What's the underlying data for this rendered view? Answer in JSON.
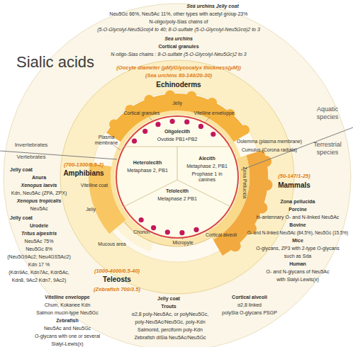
{
  "diagram": {
    "title": "Sialic acids",
    "nodes": [
      {
        "text": [
          "Oligolecith",
          "Ovotide PB1+PB2",
          "Heterolecith",
          "Metaphase 2, PB1",
          "Alecith",
          "Metaphase 2, PB1",
          "Prophase 1 in canines",
          "Telolecith",
          "Metaphase 2 PB1"
        ]
      }
    ],
    "labels": [
      "Sea urchins Jelly coat",
      "Neu5Gc 66%, Neu5Ac 11%, other types with acetyl group 23%",
      "N-oligo/poly-Sias chains of",
      "(5-O-Glycolyl-Neu5Gcα)4 to 40; 8-O-sulfate (5-O-Glycolyl-Neu5Gcα)2 to 3",
      "Sea urchins",
      "Cortical granules",
      "N-oligo-Sias chains : 8-O-sulfate (5-O-Glycolyl-Neu5Gc)2 to 3",
      "(Oocyte diameter (µM)/Glycocalyx thickness(µM))",
      "(Sea urchins 80-140/20-30)",
      "Echinoderms",
      "Aquatic species",
      "Terrestrial species",
      "Invertebrates",
      "Vertebrates",
      "Jelly",
      "Plasma membrane",
      "Cortical granules",
      "Vitelline enveloppe",
      "Vitelline coat",
      "Jelly",
      "Oolemma (plasma membrane)",
      "Cumulus (Corona radiata)",
      "Zona Pellucida",
      "Chorion",
      "Micropyle",
      "Cortical alveoli",
      "Mucous area",
      "(700-1300/0.5-2)",
      "Amphibians",
      "(50-147/1-25)",
      "Mammals",
      "(1000-4000/0.5-40)",
      "Teleosts",
      "(Zebrafish 700/3.5)",
      "Jelly coat",
      "Anura",
      "Xenopus laevis",
      "Kdn, Neu5Ac (ZPA, ZPX)",
      "Xenopus tropicalis",
      "Neu5Ac",
      "Jelly coat",
      "Urodele",
      "Tritus alpestris",
      "Neu5Ac 75%",
      "Neu5Gc 8%",
      "(Neu5G9Ac2; Neu4GS5Ac2)",
      "Kdn 17 %",
      "(Kdn9Ac, Kdn7Ac, Kdn5Ac,",
      "Kdn8, 9Ac2 Kdn7, 9Ac2)",
      "Zona pellucida",
      "Porcine",
      "bi-antennary O- and N-linked Neu5Ac",
      "Bovine",
      "O- and N-linked Neu5Ac (84.5%), Neu5Gc (15.5%)",
      "Mice",
      "O-glycans, ZP3 with 2-type O-glycans",
      "such as Sda",
      "Human",
      "O- and N-glycans of Neu5Ac",
      "with Sialyl-Lewis(x)",
      "Vitelline enveloppe",
      "Chum, Kokanee Kdn",
      "Salmon mucin-type Neu5Gc",
      "Zebrafish",
      "Neu5Ac and Neu5Gc",
      "O-glycans with one or several",
      "Sialyl-Lewis(x)",
      "Jelly coat",
      "Trouts",
      "α2,8 poly-Neu5Ac, or polyNeu5Gc,",
      "poly-Neu5Ac/Neu5Gc, poly-Kdn",
      "Salmonid, perciform poly-Kdn",
      "Zebrafish diSia Neu5Ac/Neu5Gc",
      "Cortical alveoli",
      "α2,8 linked",
      "polySia O-glycans PSGP"
    ]
  }
}
